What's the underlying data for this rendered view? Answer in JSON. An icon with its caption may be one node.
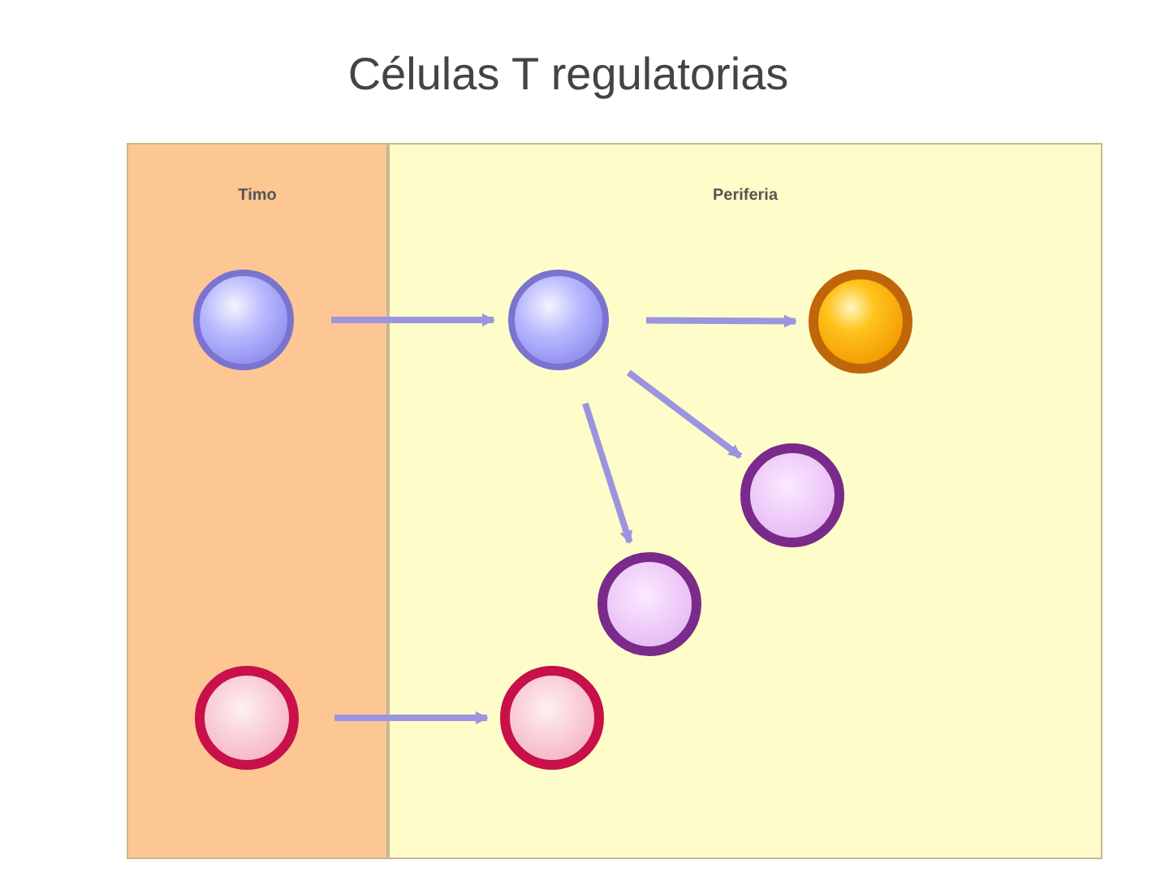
{
  "diagram": {
    "title": "Células T regulatorias",
    "nodes": [
      {
        "text": [
          "Timo"
        ]
      },
      {
        "text": [
          "Periferia"
        ]
      },
      {
        "text": [],
        "shape": "circle",
        "in": 0
      },
      {
        "text": [],
        "shape": "circle",
        "in": 1
      },
      {
        "text": [],
        "shape": "circle",
        "in": 1
      },
      {
        "text": [],
        "shape": "circle",
        "in": 1
      },
      {
        "text": [],
        "shape": "circle",
        "in": 1
      },
      {
        "text": [],
        "shape": "circle",
        "in": 0
      },
      {
        "text": [],
        "shape": "circle",
        "in": 1
      }
    ],
    "edges": [
      {
        "from": 2,
        "to": 3,
        "arrow": "to"
      },
      {
        "from": 3,
        "to": 4,
        "arrow": "to"
      },
      {
        "from": 3,
        "to": 5,
        "arrow": "to"
      },
      {
        "from": 3,
        "to": 6,
        "arrow": "to"
      },
      {
        "from": 7,
        "to": 8,
        "arrow": "to"
      }
    ]
  }
}
